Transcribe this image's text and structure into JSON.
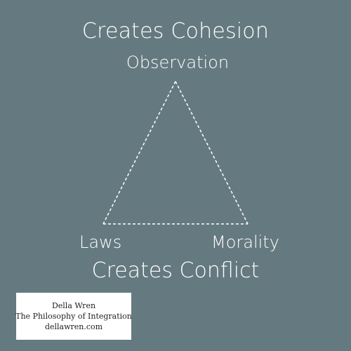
{
  "top_heading": "Creates Cohesion",
  "bottom_heading": "Creates Conflict",
  "vertices": {
    "apex": "Observation",
    "left": "Laws",
    "right": "Morality"
  },
  "credit": {
    "author": "Della Wren",
    "work": "The Philosophy of Integration",
    "website": "dellawren.com"
  },
  "colors": {
    "background": "#657a80",
    "text": "#ffffff",
    "line": "#ffffff",
    "credit_background": "#ffffff",
    "credit_text": "#222222"
  }
}
